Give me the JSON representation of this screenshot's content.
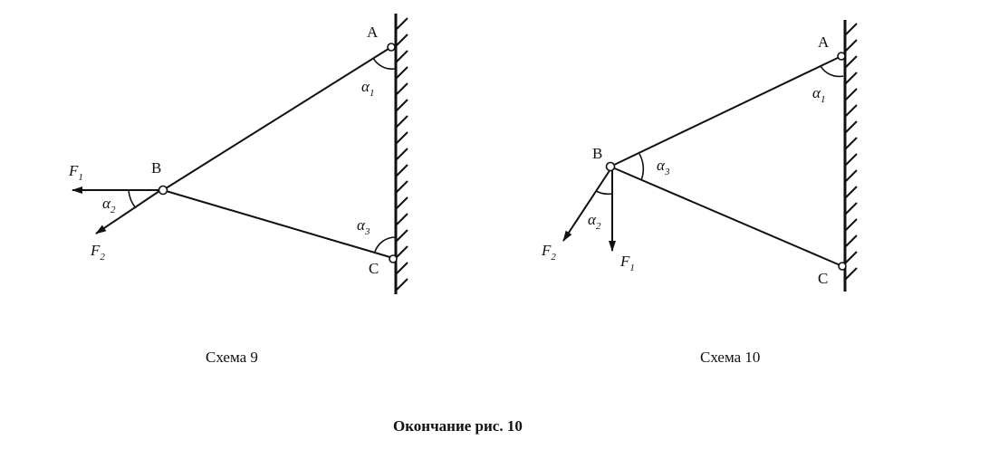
{
  "schemes": [
    {
      "caption": "Схема 9",
      "points": {
        "A": "A",
        "B": "B",
        "C": "C"
      },
      "forces": {
        "F1": "F",
        "F1_sub": "1",
        "F2": "F",
        "F2_sub": "2"
      },
      "angles": {
        "a1": "α",
        "a1_sub": "1",
        "a2": "α",
        "a2_sub": "2",
        "a3": "α",
        "a3_sub": "3"
      }
    },
    {
      "caption": "Схема 10",
      "points": {
        "A": "A",
        "B": "B",
        "C": "C"
      },
      "forces": {
        "F1": "F",
        "F1_sub": "1",
        "F2": "F",
        "F2_sub": "2"
      },
      "angles": {
        "a1": "α",
        "a1_sub": "1",
        "a2": "α",
        "a2_sub": "2",
        "a3": "α",
        "a3_sub": "3"
      }
    }
  ],
  "figure_caption": "Окончание рис. 10"
}
